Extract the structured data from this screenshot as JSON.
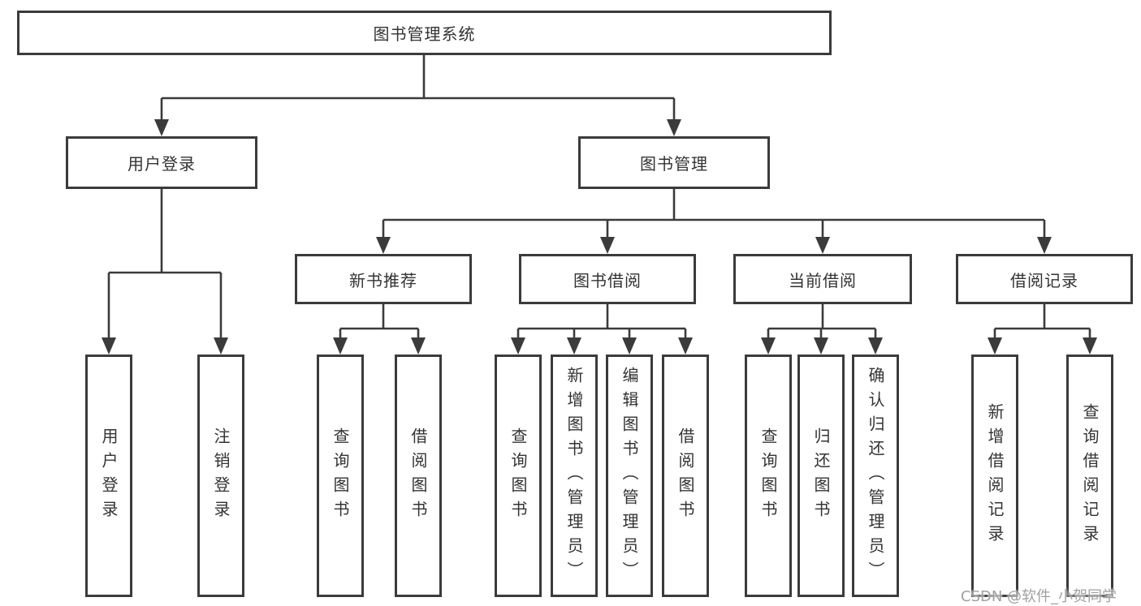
{
  "diagram": {
    "root": {
      "label": "图书管理系统"
    },
    "level2": [
      {
        "id": "user-login",
        "label": "用户登录"
      },
      {
        "id": "book-management",
        "label": "图书管理"
      }
    ],
    "level3": [
      {
        "id": "new-book-recommend",
        "label": "新书推荐",
        "parent": "图书管理"
      },
      {
        "id": "book-borrow",
        "label": "图书借阅",
        "parent": "图书管理"
      },
      {
        "id": "current-borrow",
        "label": "当前借阅",
        "parent": "图书管理"
      },
      {
        "id": "borrow-records",
        "label": "借阅记录",
        "parent": "图书管理"
      }
    ],
    "leaves": [
      {
        "label": "用户登录",
        "parent": "用户登录"
      },
      {
        "label": "注销登录",
        "parent": "用户登录"
      },
      {
        "label": "查询图书",
        "parent": "新书推荐"
      },
      {
        "label": "借阅图书",
        "parent": "新书推荐"
      },
      {
        "label": "查询图书",
        "parent": "图书借阅"
      },
      {
        "label": "新增图书（管理员）",
        "parent": "图书借阅"
      },
      {
        "label": "编辑图书（管理员）",
        "parent": "图书借阅"
      },
      {
        "label": "借阅图书",
        "parent": "图书借阅"
      },
      {
        "label": "查询图书",
        "parent": "当前借阅"
      },
      {
        "label": "归还图书",
        "parent": "当前借阅"
      },
      {
        "label": "确认归还（管理员）",
        "parent": "当前借阅"
      },
      {
        "label": "新增借阅记录",
        "parent": "借阅记录"
      },
      {
        "label": "查询借阅记录",
        "parent": "借阅记录"
      }
    ],
    "watermark": "CSDN @软件_小贺同学",
    "colors": {
      "line": "#3b3b3b",
      "text": "#333333",
      "watermark": "#a0a0a0"
    }
  }
}
